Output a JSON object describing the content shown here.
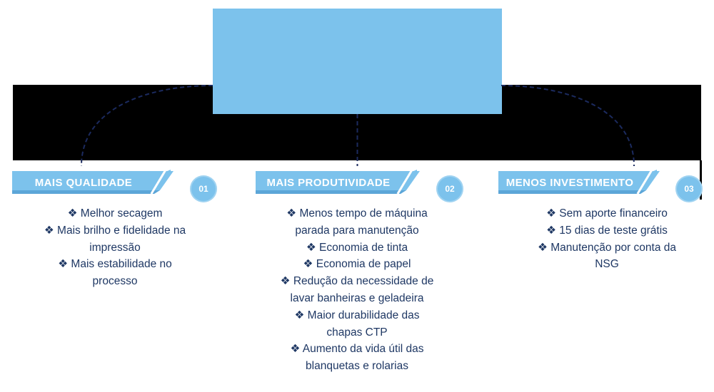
{
  "bullet_glyph": "❖",
  "colors": {
    "accent_blue": "#7cc2ec",
    "accent_blue_dark": "#5ca6d8",
    "banner_black": "#000000",
    "text_navy": "#1f3864",
    "connector_navy": "#1b2a5e",
    "background": "#ffffff"
  },
  "sections": [
    {
      "number": "01",
      "title": "MAIS QUALIDADE",
      "items": [
        "Melhor secagem",
        "Mais brilho e fidelidade na\nimpressão",
        "Mais estabilidade no\nprocesso"
      ]
    },
    {
      "number": "02",
      "title": "MAIS PRODUTIVIDADE",
      "items": [
        "Menos tempo de máquina\nparada para manutenção",
        "Economia de tinta",
        "Economia de papel",
        "Redução da necessidade de\nlavar banheiras e geladeira",
        "Maior durabilidade das\nchapas CTP",
        "Aumento da vida útil das\nblanquetas e rolarias"
      ]
    },
    {
      "number": "03",
      "title": "MENOS INVESTIMENTO",
      "items": [
        "Sem aporte financeiro",
        "15 dias de teste grátis",
        "Manutenção por conta da\nNSG"
      ]
    }
  ]
}
